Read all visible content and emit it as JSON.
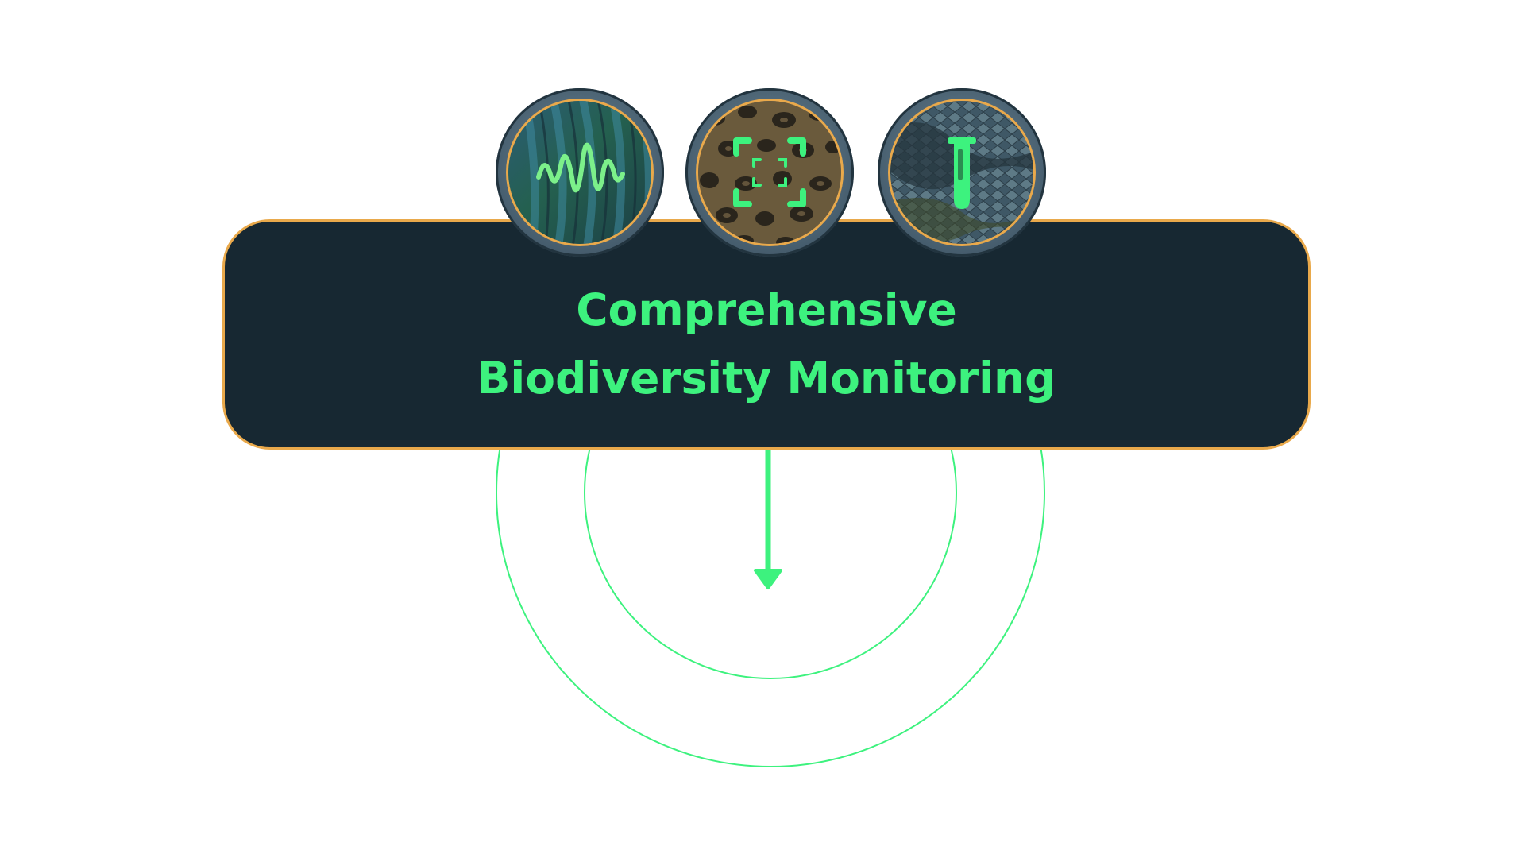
{
  "title_lines": [
    "Comprehensive",
    "Biodiversity Monitoring"
  ],
  "colors": {
    "accent_green": "#3df27e",
    "banner_fill": "#172832",
    "banner_border": "#e9a94b",
    "badge_ring": "#4f6777"
  },
  "badges": [
    {
      "icon": "sound-wave-icon",
      "texture": "feathers"
    },
    {
      "icon": "focus-frame-icon",
      "texture": "leopard-fur"
    },
    {
      "icon": "test-tube-icon",
      "texture": "snake-skin"
    }
  ]
}
